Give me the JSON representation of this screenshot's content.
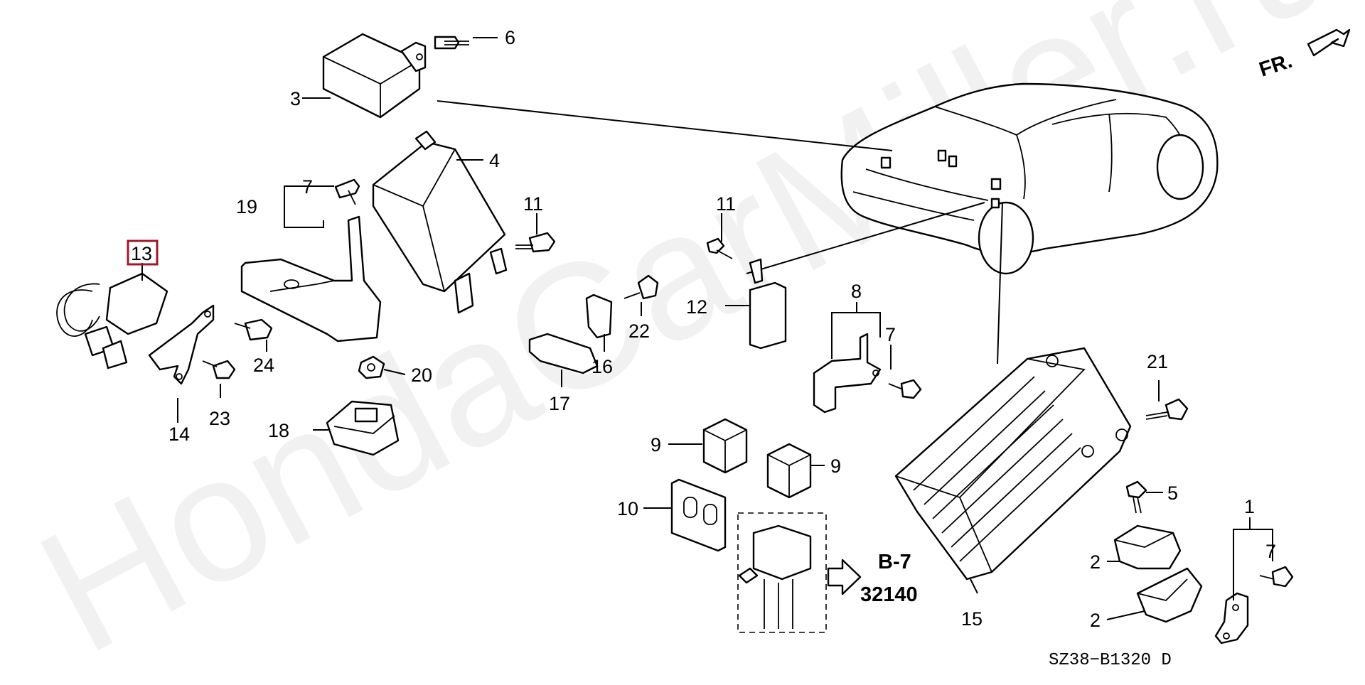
{
  "watermark": "HondaCarMiller.ru",
  "front_marker": "FR.",
  "diagram_code": "SZ38−B1320 D",
  "reference": {
    "group": "B-7",
    "number": "32140"
  },
  "highlighted_part": "13",
  "callouts": {
    "p1": "1",
    "p2a": "2",
    "p2b": "2",
    "p3": "3",
    "p4": "4",
    "p5": "5",
    "p6": "6",
    "p7a": "7",
    "p7b": "7",
    "p7c": "7",
    "p8": "8",
    "p9a": "9",
    "p9b": "9",
    "p10": "10",
    "p11a": "11",
    "p11b": "11",
    "p12": "12",
    "p13": "13",
    "p14": "14",
    "p15": "15",
    "p16": "16",
    "p17": "17",
    "p18": "18",
    "p19": "19",
    "p20": "20",
    "p21": "21",
    "p22": "22",
    "p23": "23",
    "p24": "24"
  },
  "colors": {
    "highlight": "#a0182a",
    "line": "#000000",
    "background": "#ffffff"
  }
}
